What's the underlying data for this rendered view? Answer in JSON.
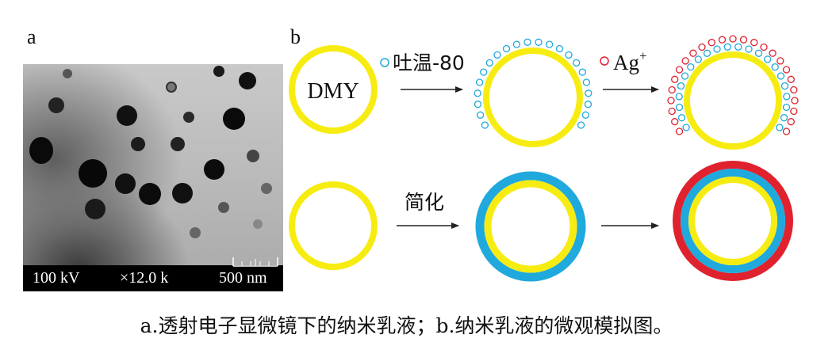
{
  "panels": {
    "a": "a",
    "b": "b"
  },
  "tem": {
    "voltage": "100 kV",
    "magnification": "×12.0 k",
    "scale": "500 nm"
  },
  "diagram": {
    "core_label": "DMY",
    "surfactant_label": "吐温-80",
    "ion_label": "Ag",
    "ion_charge": "+",
    "simplify_label": "简化",
    "colors": {
      "core": "#f7ec12",
      "surfactant": "#1fa9dc",
      "silver": "#e0222e",
      "arrow": "#222222"
    }
  },
  "caption": "a.透射电子显微镜下的纳米乳液；b.纳米乳液的微观模拟图。"
}
